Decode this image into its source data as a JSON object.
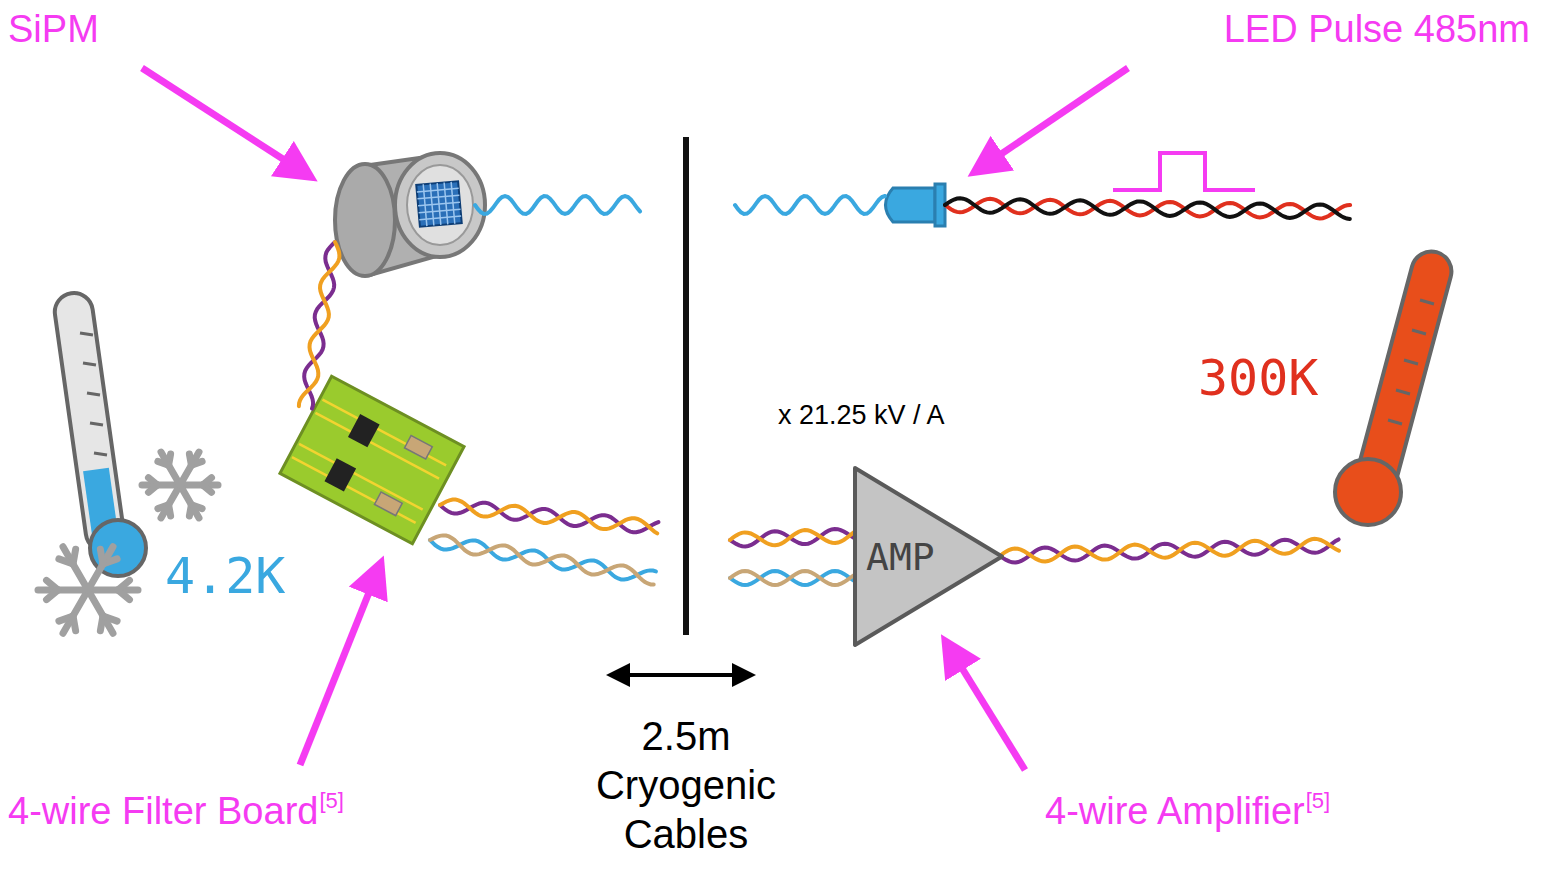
{
  "diagram": {
    "nodes": [
      {
        "text": [
          "AMP"
        ]
      }
    ],
    "labels": [
      "SiPM",
      "LED Pulse 485nm",
      "300K",
      "x 21.25 kV / A",
      "4.2K",
      "4-wire Filter Board",
      "[5]",
      "2.5m Cryogenic Cables",
      "4-wire Amplifier",
      "[5]"
    ]
  }
}
